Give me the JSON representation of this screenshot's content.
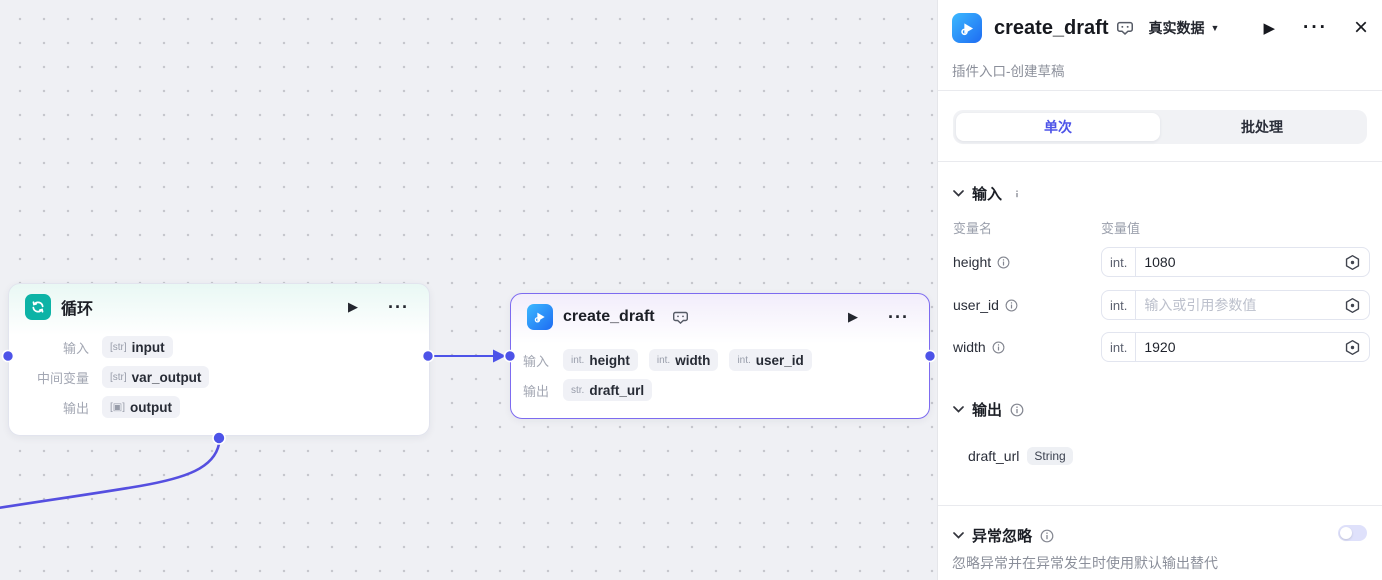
{
  "panel": {
    "title": "create_draft",
    "subtitle": "插件入口-创建草稿",
    "mode": "真实数据",
    "tabs": {
      "single": "单次",
      "batch": "批处理"
    },
    "input": {
      "title": "输入",
      "col_name": "变量名",
      "col_value": "变量值",
      "rows": [
        {
          "name": "height",
          "type": "int.",
          "value": "1080",
          "placeholder": ""
        },
        {
          "name": "user_id",
          "type": "int.",
          "value": "",
          "placeholder": "输入或引用参数值"
        },
        {
          "name": "width",
          "type": "int.",
          "value": "1920",
          "placeholder": ""
        }
      ]
    },
    "output": {
      "title": "输出",
      "name": "draft_url",
      "type": "String"
    },
    "exception": {
      "title": "异常忽略",
      "desc": "忽略异常并在异常发生时使用默认输出替代"
    }
  },
  "canvas": {
    "loop": {
      "title": "循环",
      "rows": [
        {
          "label": "输入",
          "type": "[str]",
          "name": "input"
        },
        {
          "label": "中间变量",
          "type": "[str]",
          "name": "var_output"
        },
        {
          "label": "输出",
          "type": "[▣]",
          "name": "output"
        }
      ]
    },
    "plugin": {
      "title": "create_draft",
      "input_label": "输入",
      "output_label": "输出",
      "inputs": [
        {
          "type": "int.",
          "name": "height"
        },
        {
          "type": "int.",
          "name": "width"
        },
        {
          "type": "int.",
          "name": "user_id"
        }
      ],
      "output": {
        "type": "str.",
        "name": "draft_url"
      }
    }
  },
  "colors": {
    "accent": "#4d53e8",
    "loop_icon": "#0db3a6",
    "selected_border": "#7d6bf0",
    "plugin_icon": "#1e6bf2"
  }
}
